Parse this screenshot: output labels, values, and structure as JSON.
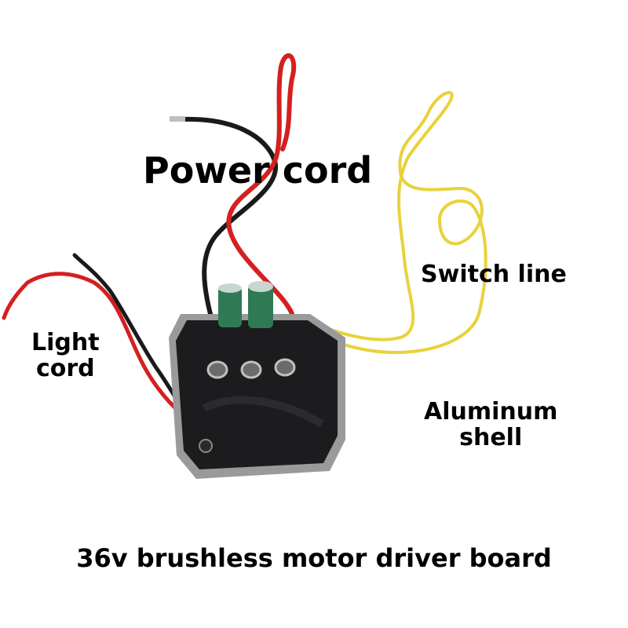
{
  "labels": {
    "power_cord": "Power cord",
    "switch_line": "Switch line",
    "light_cord_line1": "Light",
    "light_cord_line2": "cord",
    "aluminum_shell_line1": "Aluminum",
    "aluminum_shell_line2": "shell",
    "caption": "36v brushless motor driver board"
  },
  "colors": {
    "background": "#ffffff",
    "wire_red": "#d42020",
    "wire_black": "#1a1a1a",
    "wire_yellow": "#e8d23a",
    "board": "#1c1c1e",
    "shell": "#9a9a9a",
    "capacitor": "#2f7a55"
  }
}
